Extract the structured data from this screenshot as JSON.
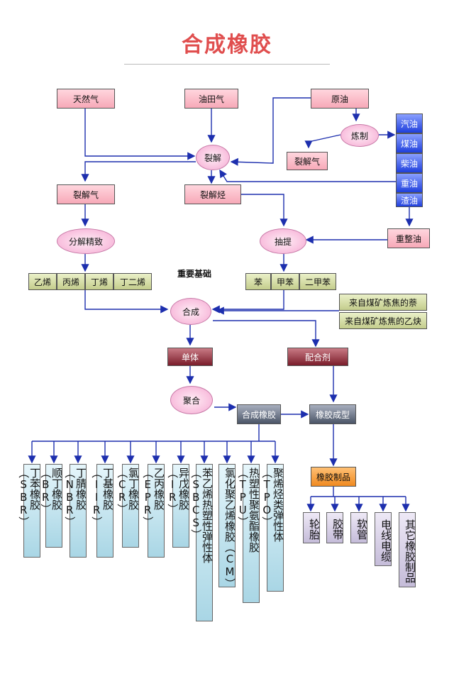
{
  "title": "合成橡胶",
  "sources": {
    "natural_gas": "天然气",
    "oilfield_gas": "油田气",
    "crude_oil": "原油"
  },
  "processes": {
    "cracking": "裂解",
    "refining": "炼制",
    "decomposition_refining": "分解精致",
    "extraction": "抽提",
    "synthesis": "合成",
    "polymerization": "聚合"
  },
  "cracked_gas_right": "裂解气",
  "cracked_gas_left": "裂解气",
  "cracked_hydrocarbon": "裂解烃",
  "refined_products": [
    "汽油",
    "煤油",
    "柴油",
    "重油",
    "渣油"
  ],
  "reformed_oil": "重整油",
  "important_base": "重要基础",
  "olefins": [
    "乙烯",
    "丙烯",
    "丁烯",
    "丁二烯"
  ],
  "aromatics": [
    "苯",
    "甲苯",
    "二甲苯"
  ],
  "coal_sources": [
    "来自煤矿炼焦的萘",
    "来自煤矿炼焦的乙炔"
  ],
  "monomer": "单体",
  "compounding_agent": "配合剂",
  "synthetic_rubber": "合成橡胶",
  "rubber_molding": "橡胶成型",
  "rubber_products": "橡胶制品",
  "rubber_types": [
    "丁苯橡胶（SBR）",
    "顺丁橡胶（BR）",
    "丁腈橡胶（NBR）",
    "丁基橡胶（IIR）",
    "氯丁橡胶（CR）",
    "乙丙橡胶（EPR）",
    "异戊橡胶（IR）",
    "苯乙烯热塑性弹性体（SBCS）",
    "氯化聚乙烯橡胶（CM）",
    "热塑性聚氨酯橡胶（TPU）",
    "聚烯烃类弹性体（TPO）"
  ],
  "product_types": [
    "轮胎",
    "胶带",
    "软管",
    "电线电缆",
    "其它橡胶制品"
  ]
}
